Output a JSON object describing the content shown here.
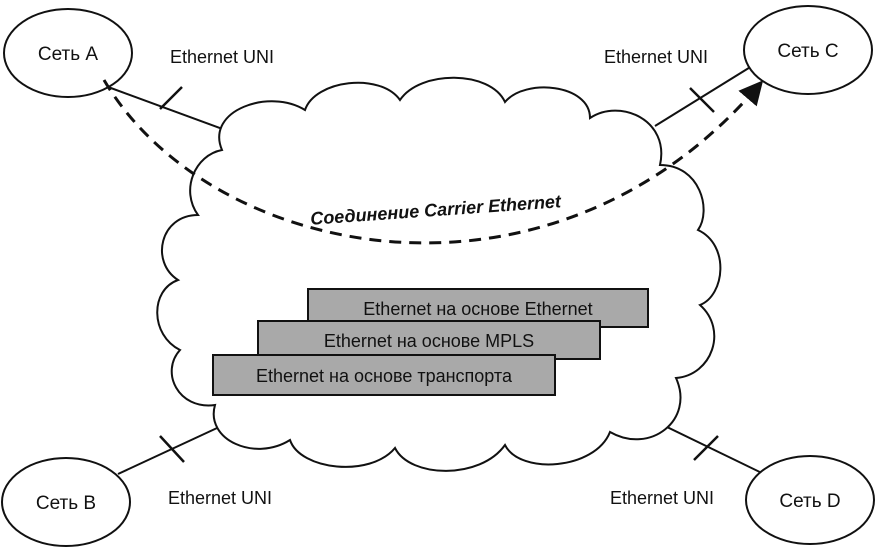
{
  "nodes": [
    {
      "id": "a",
      "label": "Сеть A"
    },
    {
      "id": "b",
      "label": "Сеть B"
    },
    {
      "id": "c",
      "label": "Сеть C"
    },
    {
      "id": "d",
      "label": "Сеть D"
    }
  ],
  "uni_labels": {
    "a": "Ethernet UNI",
    "b": "Ethernet UNI",
    "c": "Ethernet UNI",
    "d": "Ethernet UNI"
  },
  "connection_label": "Соединение Carrier Ethernet",
  "technologies": [
    "Ethernet на основе Ethernet",
    "Ethernet на основе MPLS",
    "Ethernet на основе транспорта"
  ],
  "colors": {
    "stroke": "#111111",
    "box_fill": "#a9a9a9",
    "background": "#ffffff"
  }
}
